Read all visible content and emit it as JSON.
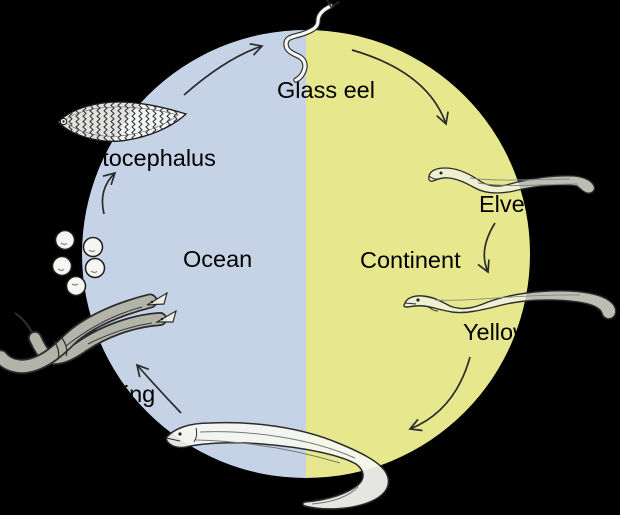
{
  "diagram": {
    "type": "life-cycle",
    "background_color": "#000000",
    "regions": [
      {
        "name": "ocean",
        "label": "Ocean",
        "color": "#c6d3e7"
      },
      {
        "name": "continent",
        "label": "Continent",
        "color": "#e7e88e"
      }
    ],
    "stages": [
      {
        "name": "leptocephalus",
        "label": "Leptocephalus"
      },
      {
        "name": "glass-eel",
        "label": "Glass eel"
      },
      {
        "name": "elver",
        "label": "Elver"
      },
      {
        "name": "yellow-eel",
        "label": "Yellow eel"
      },
      {
        "name": "spawning",
        "label": "Spawning"
      }
    ]
  }
}
